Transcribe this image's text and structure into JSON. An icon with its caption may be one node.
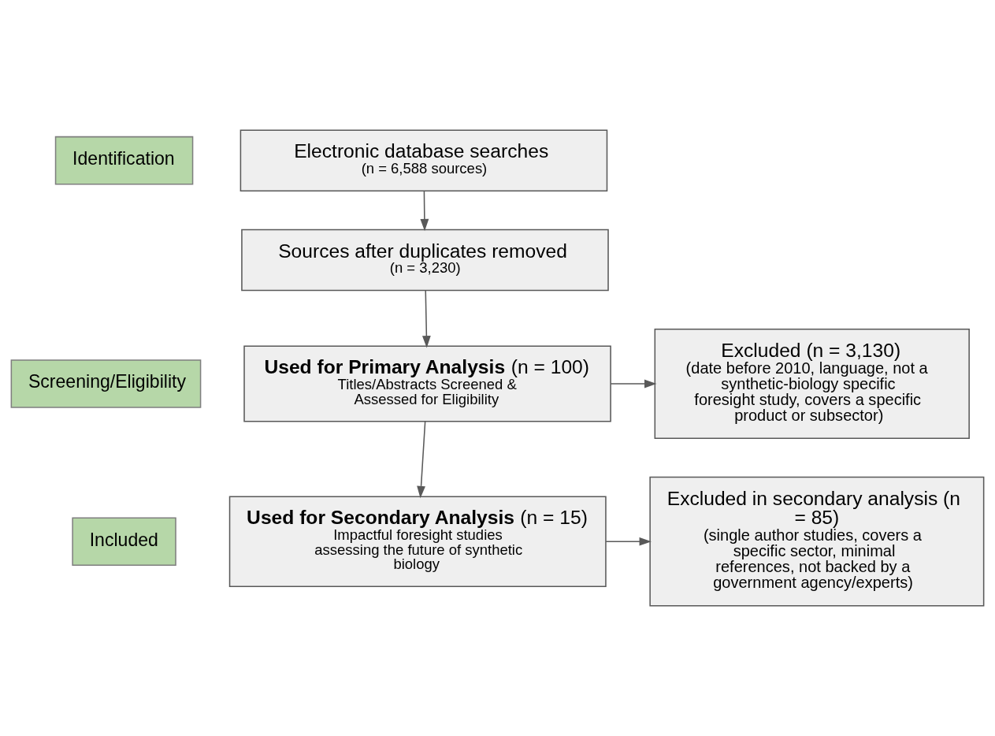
{
  "diagram": {
    "nodes": [
      {
        "text": [
          "Identification"
        ]
      },
      {
        "text": [
          "Screening/Eligibility"
        ]
      },
      {
        "text": [
          "Included"
        ]
      },
      {
        "text": [
          "Electronic database searches",
          "(n = 6,588 sources)"
        ]
      },
      {
        "text": [
          "Sources after duplicates removed",
          "(n = 3,230)"
        ]
      },
      {
        "text": [
          "**Used for Primary Analysis** (n = 100)",
          "Titles/Abstracts Screened & Assessed for Eligibility"
        ]
      },
      {
        "text": [
          "Excluded (n = 3,130)",
          "(date before 2010, language, not a synthetic-biology specific foresight study, covers a specific product or subsector)"
        ]
      },
      {
        "text": [
          "**Used for Secondary Analysis** (n = 15)",
          "Impactful foresight studies assessing the future of synthetic biology"
        ]
      },
      {
        "text": [
          "Excluded in secondary analysis (n = 85)",
          "(single author studies, covers a specific sector, minimal references, not backed by a government agency/experts)"
        ]
      }
    ],
    "edges": [
      {
        "from": 3,
        "to": 4,
        "arrow": "to"
      },
      {
        "from": 4,
        "to": 5,
        "arrow": "to"
      },
      {
        "from": 5,
        "to": 6,
        "arrow": "to"
      },
      {
        "from": 5,
        "to": 7,
        "arrow": "to"
      },
      {
        "from": 7,
        "to": 8,
        "arrow": "to"
      }
    ]
  }
}
